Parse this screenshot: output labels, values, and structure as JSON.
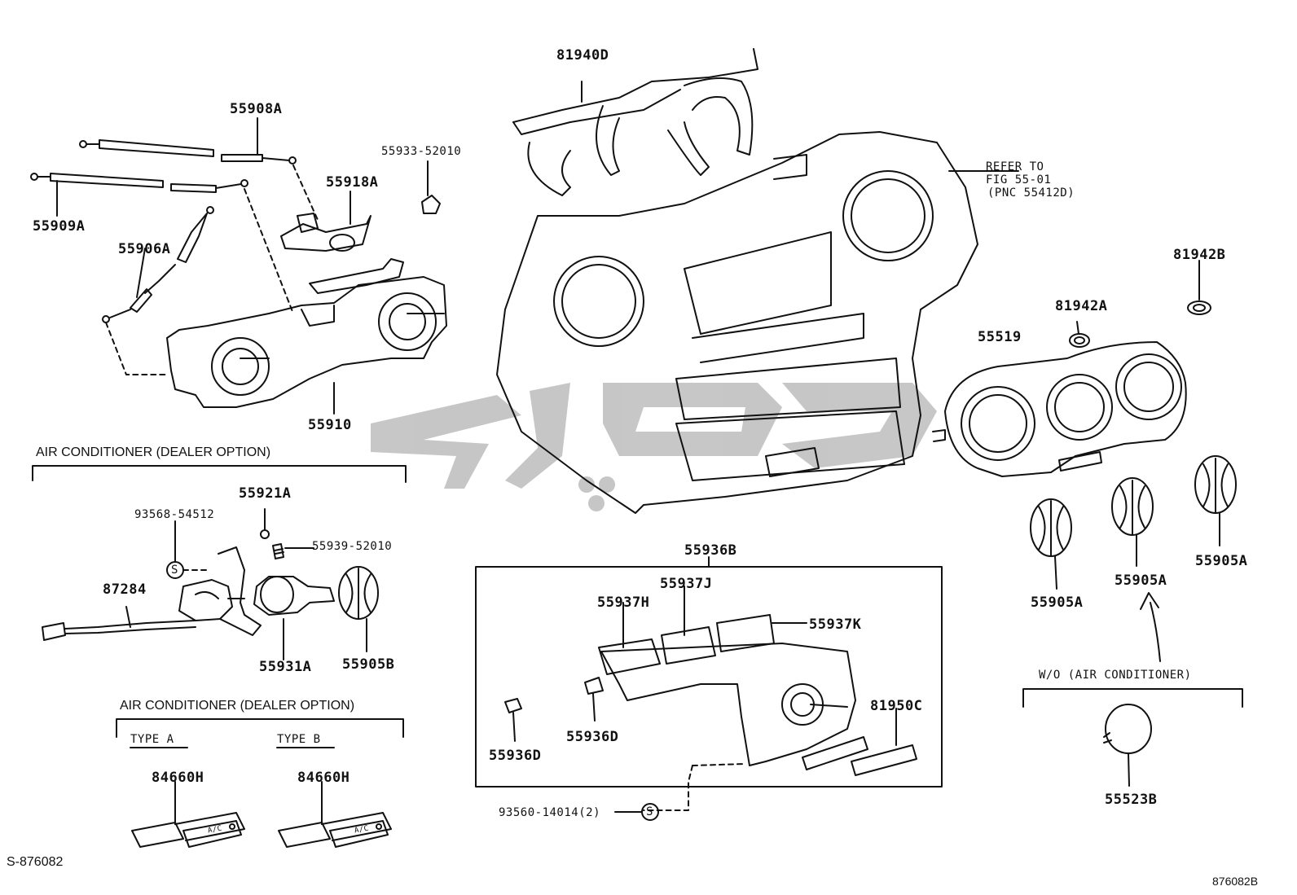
{
  "labels": {
    "p81940D": "81940D",
    "p55908A": "55908A",
    "p55933": "55933-52010",
    "p55918A": "55918A",
    "p55909A": "55909A",
    "p55906A": "55906A",
    "p55910": "55910",
    "refer1": "REFER TO",
    "refer2": "FIG 55-01",
    "refer3": "(PNC 55412D)",
    "p81942B": "81942B",
    "p81942A": "81942A",
    "p55519": "55519",
    "p55921A": "55921A",
    "p93568": "93568-54512",
    "p55939": "55939-52010",
    "p87284": "87284",
    "p55931A": "55931A",
    "p55905B": "55905B",
    "p55936B": "55936B",
    "p55937J": "55937J",
    "p55937H": "55937H",
    "p55937K": "55937K",
    "p81950C": "81950C",
    "p55936D_a": "55936D",
    "p55936D_b": "55936D",
    "p93560": "93560-14014(2)",
    "p55905A_a": "55905A",
    "p55905A_b": "55905A",
    "p55905A_c": "55905A",
    "p55523B": "55523B",
    "p84660H_a": "84660H",
    "p84660H_b": "84660H",
    "ac_label_a": "A/C",
    "ac_label_b": "A/C",
    "s_symbol": "S",
    "drawing_id_left": "S-876082",
    "drawing_id_right": "876082B"
  },
  "headers": {
    "ac_dealer_1": "AIR CONDITIONER (DEALER OPTION)",
    "ac_dealer_2": "AIR CONDITIONER (DEALER OPTION)",
    "type_a": "TYPE  A",
    "type_b": "TYPE  B",
    "wo_ac": "W/O (AIR CONDITIONER)"
  },
  "colors": {
    "line": "#111111",
    "watermark": "#b9b9b9",
    "background": "#ffffff"
  }
}
